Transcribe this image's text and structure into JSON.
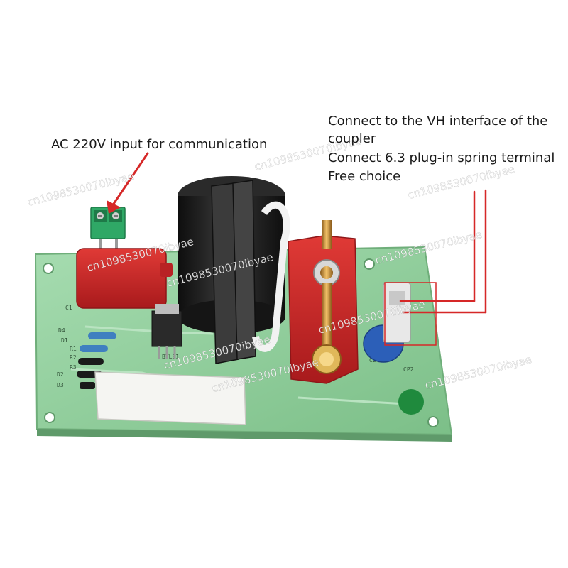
{
  "annotations": {
    "left": "AC 220V input for communication",
    "right": [
      "Connect to the VH interface of the",
      "coupler",
      "Connect 6.3 plug-in spring terminal",
      "Free choice"
    ]
  },
  "silkscreen": [
    "C1",
    "C2",
    "CP2",
    "D1",
    "D2",
    "D3",
    "D4",
    "R1",
    "R2",
    "R3",
    "BTL81"
  ],
  "watermark": "cn1098530070ibyae",
  "colors": {
    "pcb": "#8fce9a",
    "arrow": "#d62828",
    "terminal_block": "#2fa866",
    "red_capacitor": "#c8242a",
    "ferrite_core": "#1a1a1a",
    "red_connector": "#c81e1e",
    "blue_capacitor": "#2c5fb8"
  }
}
